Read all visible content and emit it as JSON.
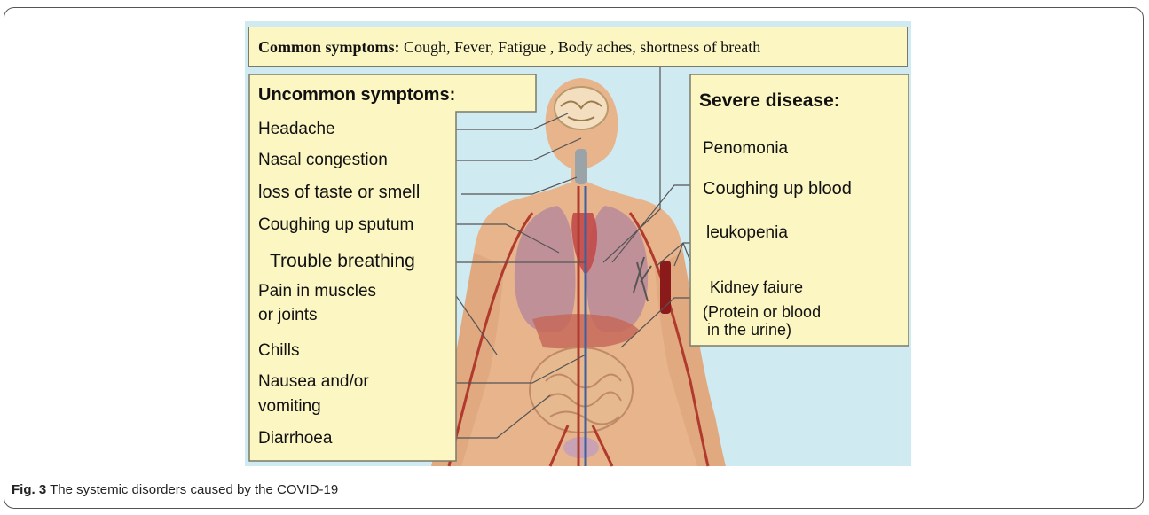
{
  "common_symptoms": {
    "heading": "Common symptoms:",
    "items": " Cough,  Fever,  Fatigue , Body aches, shortness of breath"
  },
  "uncommon_symptoms": {
    "heading": "Uncommon symptoms:",
    "items": [
      "Headache",
      "Nasal congestion",
      "loss of taste or smell",
      "Coughing up sputum",
      "Trouble breathing",
      "Pain in muscles",
      "or joints",
      "Chills",
      "Nausea and/or",
      "vomiting",
      "Diarrhoea"
    ]
  },
  "severe_disease": {
    "heading": "Severe disease:",
    "items": [
      "Penomonia",
      "Coughing up blood",
      "leukopenia",
      "Kidney faiure",
      "(Protein or blood",
      " in the urine)"
    ]
  },
  "caption": {
    "label": "Fig. 3",
    "text": " The systemic disorders caused by the COVID-19"
  },
  "colors": {
    "panel_fill": "#fbf6c2",
    "background": "#cfeaf1",
    "skin": "#e9b98f",
    "vessel": "#b03a2e"
  }
}
